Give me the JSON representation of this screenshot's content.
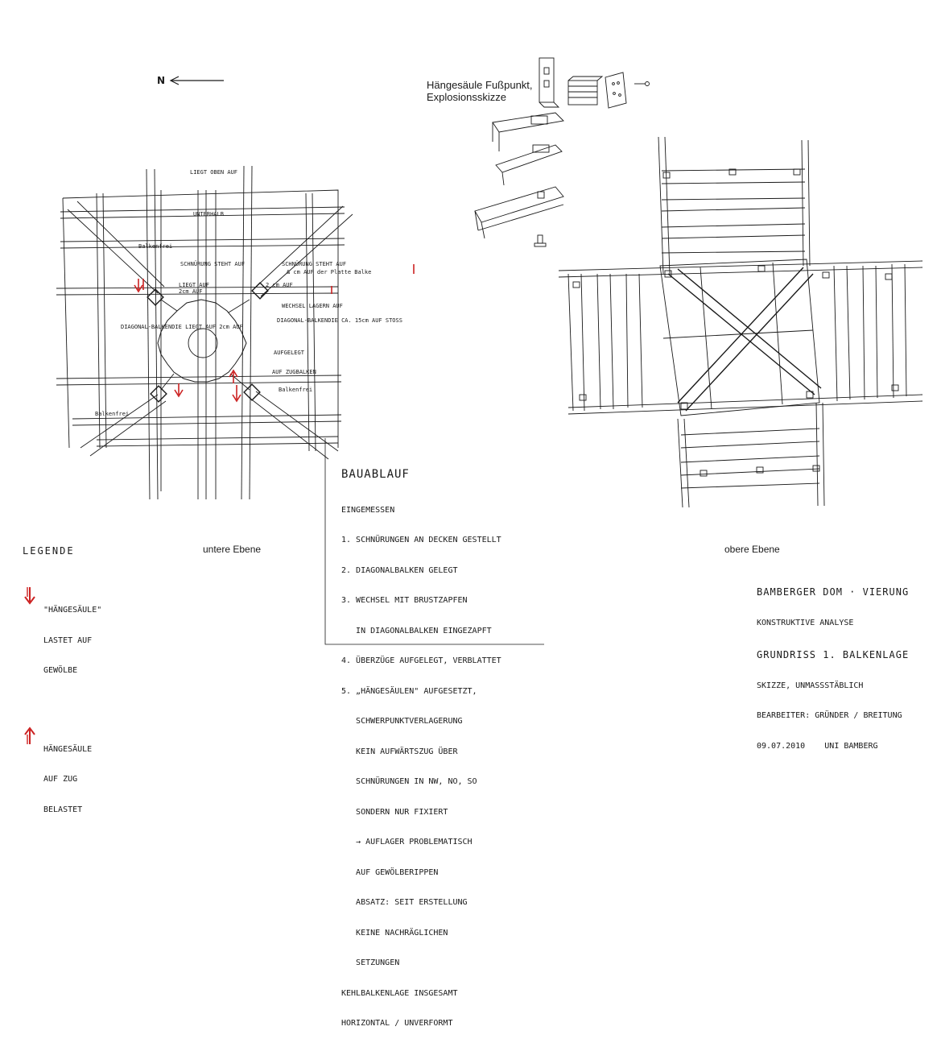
{
  "north": {
    "label": "N"
  },
  "detail": {
    "caption_line1": "Hängesäule Fußpunkt,",
    "caption_line2": "Explosionsskizze"
  },
  "lower_plan": {
    "caption": "untere Ebene",
    "annotations": [
      "LIEGT OBEN AUF",
      "UNTERHALB",
      "Balkenfrei",
      "SCHNÜRUNG STEHT AUF",
      "2cm AUF",
      "SCHNÜRUNG STEHT AUF",
      "& cm AUF der Platte Balke",
      "LIEGT AUF",
      "2 cm AUF",
      "DIAGONAL-BALKENDIE LIEGT AUF 2cm AUF",
      "WECHSEL LAGERN AUF",
      "DIAGONAL-BALKENDIE CA. 15cm AUF STOSS",
      "AUFGELEGT",
      "AUF ZUGBALKEN",
      "Balkenfrei",
      "Balkenfrei"
    ]
  },
  "upper_plan": {
    "caption": "obere Ebene"
  },
  "legend": {
    "title": "LEGENDE",
    "items": [
      {
        "color": "#cc2222",
        "direction": "down",
        "text_line1": "\"HÄNGESÄULE\"",
        "text_line2": "LASTET AUF",
        "text_line3": "GEWÖLBE"
      },
      {
        "color": "#cc2222",
        "direction": "up",
        "text_line1": "HÄNGESÄULE",
        "text_line2": "AUF ZUG",
        "text_line3": "BELASTET"
      }
    ]
  },
  "notes": {
    "title": "BAUABLAUF",
    "lines": [
      "EINGEMESSEN",
      "1. SCHNÜRUNGEN AN DECKEN GESTELLT",
      "2. DIAGONALBALKEN GELEGT",
      "3. WECHSEL MIT BRUSTZAPFEN",
      "   IN DIAGONALBALKEN EINGEZAPFT",
      "4. ÜBERZÜGE AUFGELEGT, VERBLATTET",
      "5. „HÄNGESÄULEN\" AUFGESETZT,",
      "   SCHWERPUNKTVERLAGERUNG",
      "   KEIN AUFWÄRTSZUG ÜBER",
      "   SCHNÜRUNGEN IN NW, NO, SO",
      "   SONDERN NUR FIXIERT",
      "   → AUFLAGER PROBLEMATISCH",
      "   AUF GEWÖLBERIPPEN",
      "   ABSATZ: SEIT ERSTELLUNG",
      "   KEINE NACHRÄGLICHEN",
      "   SETZUNGEN",
      "KEHLBALKENLAGE INSGESAMT",
      "HORIZONTAL / UNVERFORMT"
    ]
  },
  "titleblock": {
    "lines": [
      "BAMBERGER DOM · VIERUNG",
      "KONSTRUKTIVE ANALYSE",
      "GRUNDRISS 1. BALKENLAGE",
      "SKIZZE, UNMASSSTÄBLICH",
      "BEARBEITER: GRÜNDER / BREITUNG",
      "09.07.2010    UNI BAMBERG"
    ]
  },
  "colors": {
    "ink": "#1a1a1a",
    "accent": "#cc2222"
  }
}
